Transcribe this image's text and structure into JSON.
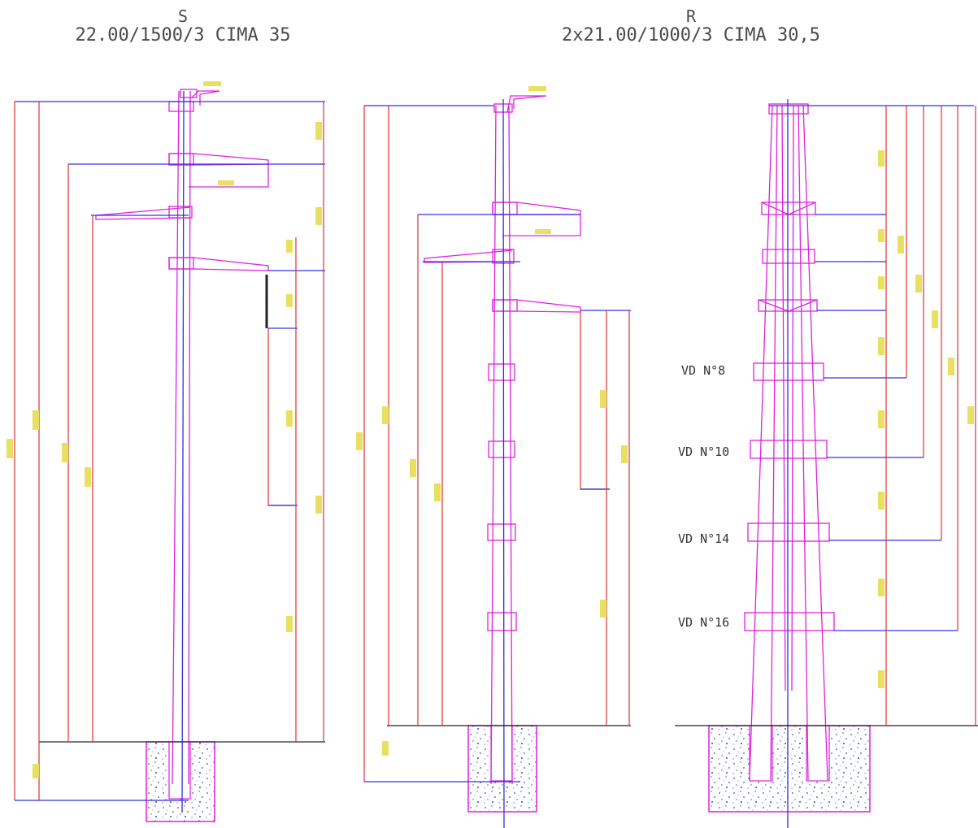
{
  "poles": [
    {
      "letter": "S",
      "spec": "22.00/1500/3 CIMA 35"
    },
    {
      "letter": "R",
      "spec": "2x21.00/1000/3 CIMA 30,5"
    }
  ],
  "tower_labels": [
    "VD N°8",
    "VD N°10",
    "VD N°14",
    "VD N°16"
  ],
  "colors": {
    "magenta": "#e020e0",
    "blue": "#3030e0",
    "red": "#e03030",
    "yellow": "#e8e060",
    "black": "#222222",
    "concrete": "#3050c0"
  }
}
